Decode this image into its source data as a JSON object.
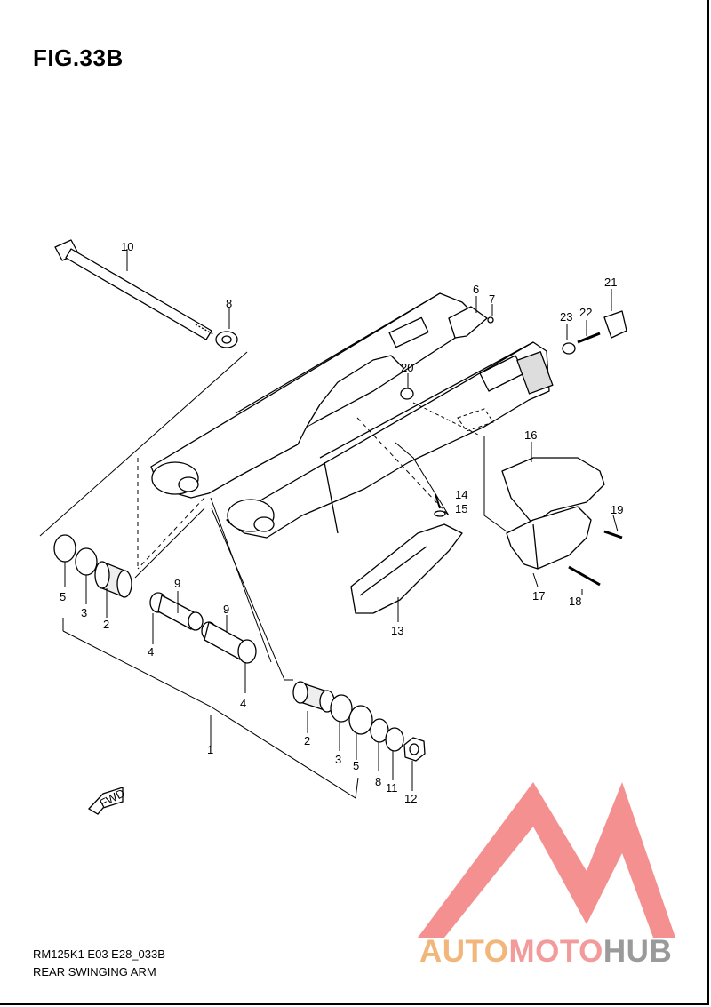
{
  "figure": {
    "title": "FIG.33B",
    "model_code": "RM125K1 E03 E28_033B",
    "caption": "REAR SWINGING ARM"
  },
  "callouts": [
    {
      "id": "c10",
      "label": "10"
    },
    {
      "id": "c8a",
      "label": "8"
    },
    {
      "id": "c6",
      "label": "6"
    },
    {
      "id": "c7",
      "label": "7"
    },
    {
      "id": "c21",
      "label": "21"
    },
    {
      "id": "c22",
      "label": "22"
    },
    {
      "id": "c23",
      "label": "23"
    },
    {
      "id": "c20",
      "label": "20"
    },
    {
      "id": "c16",
      "label": "16"
    },
    {
      "id": "c14",
      "label": "14"
    },
    {
      "id": "c15",
      "label": "15"
    },
    {
      "id": "c19",
      "label": "19"
    },
    {
      "id": "c17",
      "label": "17"
    },
    {
      "id": "c18",
      "label": "18"
    },
    {
      "id": "c13",
      "label": "13"
    },
    {
      "id": "c5a",
      "label": "5"
    },
    {
      "id": "c3a",
      "label": "3"
    },
    {
      "id": "c2a",
      "label": "2"
    },
    {
      "id": "c9a",
      "label": "9"
    },
    {
      "id": "c9b",
      "label": "9"
    },
    {
      "id": "c4a",
      "label": "4"
    },
    {
      "id": "c4b",
      "label": "4"
    },
    {
      "id": "c1",
      "label": "1"
    },
    {
      "id": "c2b",
      "label": "2"
    },
    {
      "id": "c3b",
      "label": "3"
    },
    {
      "id": "c5b",
      "label": "5"
    },
    {
      "id": "c8b",
      "label": "8"
    },
    {
      "id": "c11",
      "label": "11"
    },
    {
      "id": "c12",
      "label": "12"
    }
  ],
  "fwd_label": "FWD",
  "watermark": {
    "part1": "AUTO",
    "part2": "MOTO",
    "part3": "HUB",
    "colors": {
      "orange": "#f2b57a",
      "pink": "#f39a9a",
      "gray": "#9a9a9a",
      "logo": "#f26b6b"
    }
  }
}
